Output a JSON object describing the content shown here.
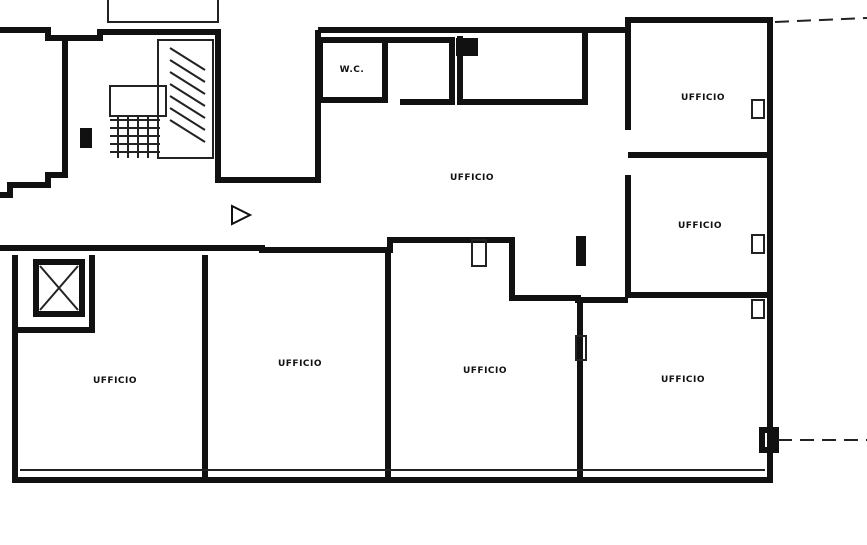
{
  "rooms": {
    "wc": "W.C.",
    "office_top_right": "UFFICIO",
    "corridor": "UFFICIO",
    "office_mid_right": "UFFICIO",
    "office_bottom_1": "UFFICIO",
    "office_bottom_2": "UFFICIO",
    "office_bottom_3": "UFFICIO",
    "office_bottom_4": "UFFICIO"
  }
}
